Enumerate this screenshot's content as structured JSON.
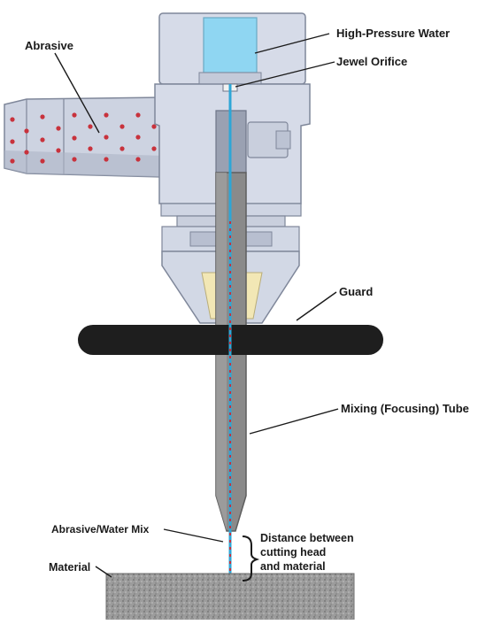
{
  "labels": {
    "high_pressure_water": "High-Pressure Water",
    "jewel_orifice": "Jewel Orifice",
    "abrasive": "Abrasive",
    "guard": "Guard",
    "mixing_tube": "Mixing (Focusing) Tube",
    "abrasive_water_mix": "Abrasive/Water Mix",
    "distance_line1": "Distance between",
    "distance_line2": "cutting head",
    "distance_line3": "and material",
    "material": "Material"
  },
  "colors": {
    "body_fill": "#d4d9e6",
    "body_stroke": "#7f879a",
    "body_shadow": "#aab1c3",
    "water": "#8fd6f2",
    "water_stream": "#2ea6d6",
    "abrasive_dot": "#c8323c",
    "guard": "#1e1e1e",
    "tube": "#8a8a8a",
    "collet": "#f2e7b5",
    "material": "#9a9a9a"
  }
}
